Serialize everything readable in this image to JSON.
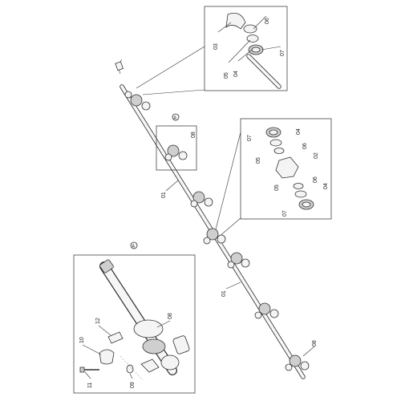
{
  "callouts": {
    "top_inset": [
      "03",
      "06",
      "05",
      "04",
      "07"
    ],
    "right_inset": [
      "07",
      "04",
      "06",
      "05",
      "02",
      "06",
      "05",
      "04",
      "07"
    ],
    "main_boom": [
      "A",
      "08",
      "01",
      "01",
      "08"
    ],
    "bottom_inset": [
      "A",
      "08",
      "10",
      "12",
      "11",
      "09"
    ]
  }
}
